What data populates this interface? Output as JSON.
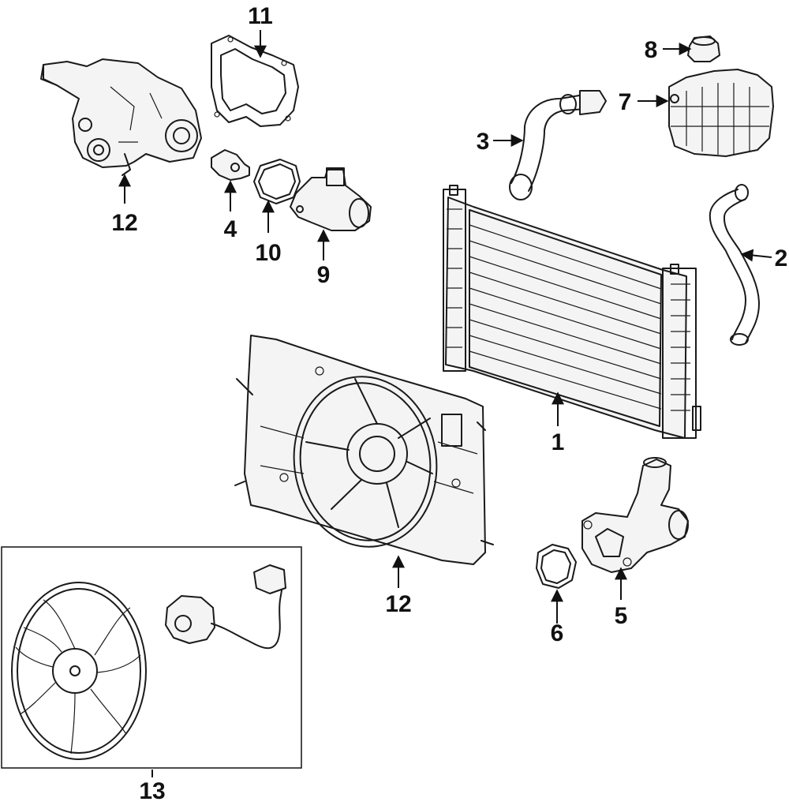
{
  "callouts": [
    {
      "id": "callout-1",
      "label": "1"
    },
    {
      "id": "callout-2",
      "label": "2"
    },
    {
      "id": "callout-3",
      "label": "3"
    },
    {
      "id": "callout-4",
      "label": "4"
    },
    {
      "id": "callout-5",
      "label": "5"
    },
    {
      "id": "callout-6",
      "label": "6"
    },
    {
      "id": "callout-7",
      "label": "7"
    },
    {
      "id": "callout-8",
      "label": "8"
    },
    {
      "id": "callout-9",
      "label": "9"
    },
    {
      "id": "callout-10",
      "label": "10"
    },
    {
      "id": "callout-11",
      "label": "11"
    },
    {
      "id": "callout-12a",
      "label": "12"
    },
    {
      "id": "callout-12b",
      "label": "12"
    },
    {
      "id": "callout-13",
      "label": "13"
    }
  ]
}
